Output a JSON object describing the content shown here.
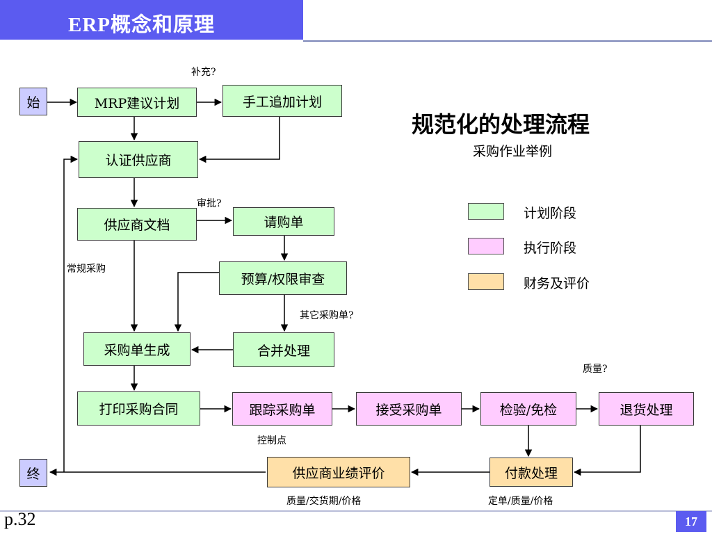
{
  "header": {
    "title": "ERP概念和原理"
  },
  "diagram": {
    "main_title": "规范化的处理流程",
    "subtitle": "采购作业举例",
    "nodes": {
      "start": "始",
      "mrp": "MRP建议计划",
      "manual_plan": "手工追加计划",
      "certify": "认证供应商",
      "supplier_doc": "供应商文档",
      "requisition": "请购单",
      "budget": "预算/权限审查",
      "po_gen": "采购单生成",
      "merge": "合并处理",
      "print": "打印采购合同",
      "track": "跟踪采购单",
      "receive": "接受采购单",
      "inspect": "检验/免检",
      "return": "退货处理",
      "pay": "付款处理",
      "evaluate": "供应商业绩评价",
      "end": "终"
    },
    "annotations": {
      "supplement": "补充?",
      "approve": "审批?",
      "regular": "常规采购",
      "other_po": "其它采购单?",
      "quality": "质量?",
      "control_point": "控制点",
      "eval_criteria": "质量/交货期/价格",
      "pay_criteria": "定单/质量/价格"
    },
    "legend": [
      {
        "label": "计划阶段",
        "color": "#ccffcc"
      },
      {
        "label": "执行阶段",
        "color": "#ffccff"
      },
      {
        "label": "财务及评价",
        "color": "#ffe0a8"
      }
    ]
  },
  "footer": {
    "page_ref": "p.32",
    "page_number": "17"
  }
}
